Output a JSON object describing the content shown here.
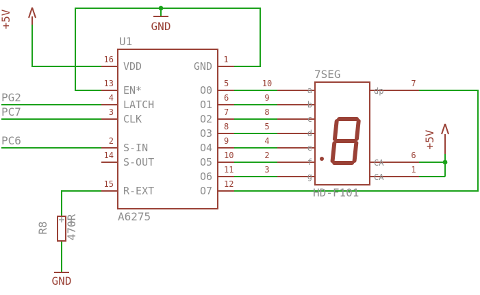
{
  "colors": {
    "wire": "#1aa11a",
    "symbol": "#9a4136",
    "label": "#8d8d8d",
    "background": "#ffffff"
  },
  "power": {
    "vcc_left": "+5V",
    "vcc_right": "+5V",
    "gnd_top": "GND",
    "gnd_bottom": "GND"
  },
  "nets": {
    "pg2": "PG2",
    "pc7": "PC7",
    "pc6": "PC6"
  },
  "u1": {
    "ref": "U1",
    "value": "A6275",
    "left_pins": [
      {
        "pad": "16",
        "name": "VDD"
      },
      {
        "pad": "13",
        "name": "EN*"
      },
      {
        "pad": "4",
        "name": "LATCH"
      },
      {
        "pad": "3",
        "name": "CLK"
      },
      {
        "pad": "2",
        "name": "S-IN"
      },
      {
        "pad": "14",
        "name": "S-OUT"
      },
      {
        "pad": "15",
        "name": "R-EXT"
      }
    ],
    "gnd_pin": {
      "pad": "1",
      "name": "GND"
    },
    "outputs": [
      {
        "pad": "5",
        "name": "O0"
      },
      {
        "pad": "6",
        "name": "O1"
      },
      {
        "pad": "7",
        "name": "O2"
      },
      {
        "pad": "8",
        "name": "O3"
      },
      {
        "pad": "9",
        "name": "O4"
      },
      {
        "pad": "10",
        "name": "O5"
      },
      {
        "pad": "11",
        "name": "O6"
      },
      {
        "pad": "12",
        "name": "O7"
      }
    ]
  },
  "display": {
    "ref": "7SEG",
    "value": "HD-F101",
    "left_pins": [
      {
        "pad": "10",
        "letter": "a"
      },
      {
        "pad": "9",
        "letter": "b"
      },
      {
        "pad": "8",
        "letter": "c"
      },
      {
        "pad": "5",
        "letter": "d"
      },
      {
        "pad": "4",
        "letter": "e"
      },
      {
        "pad": "2",
        "letter": "f"
      },
      {
        "pad": "3",
        "letter": "g"
      }
    ],
    "right_pins": [
      {
        "pad": "7",
        "name": "dp"
      },
      {
        "pad": "6",
        "name": "CA"
      },
      {
        "pad": "1",
        "name": "CA"
      }
    ]
  },
  "r8": {
    "ref": "R8",
    "value": "470R"
  }
}
